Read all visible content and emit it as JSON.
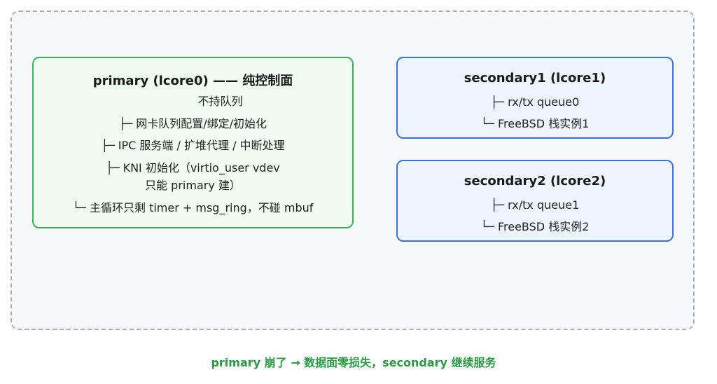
{
  "primary": {
    "title": "primary (lcore0) —— 纯控制面",
    "lines": [
      "不持队列",
      "├─ 网卡队列配置/绑定/初始化",
      "├─ IPC 服务端 / 扩堆代理 / 中断处理",
      "├─ KNI 初始化（virtio_user vdev",
      "只能 primary 建）",
      "└─ 主循环只剩 timer + msg_ring，不碰 mbuf"
    ]
  },
  "secondary1": {
    "title": "secondary1 (lcore1)",
    "lines": [
      "├─ rx/tx queue0",
      "└─ FreeBSD 栈实例1"
    ]
  },
  "secondary2": {
    "title": "secondary2 (lcore2)",
    "lines": [
      "├─ rx/tx queue1",
      "└─ FreeBSD 栈实例2"
    ]
  },
  "caption": "primary 崩了 → 数据面零损失，secondary 继续服务",
  "colors": {
    "primary_border": "#3bb15a",
    "primary_fill": "#f0fbf2",
    "secondary_border": "#3b73d6",
    "secondary_fill": "#eef4fd",
    "caption": "#2c9a45"
  }
}
